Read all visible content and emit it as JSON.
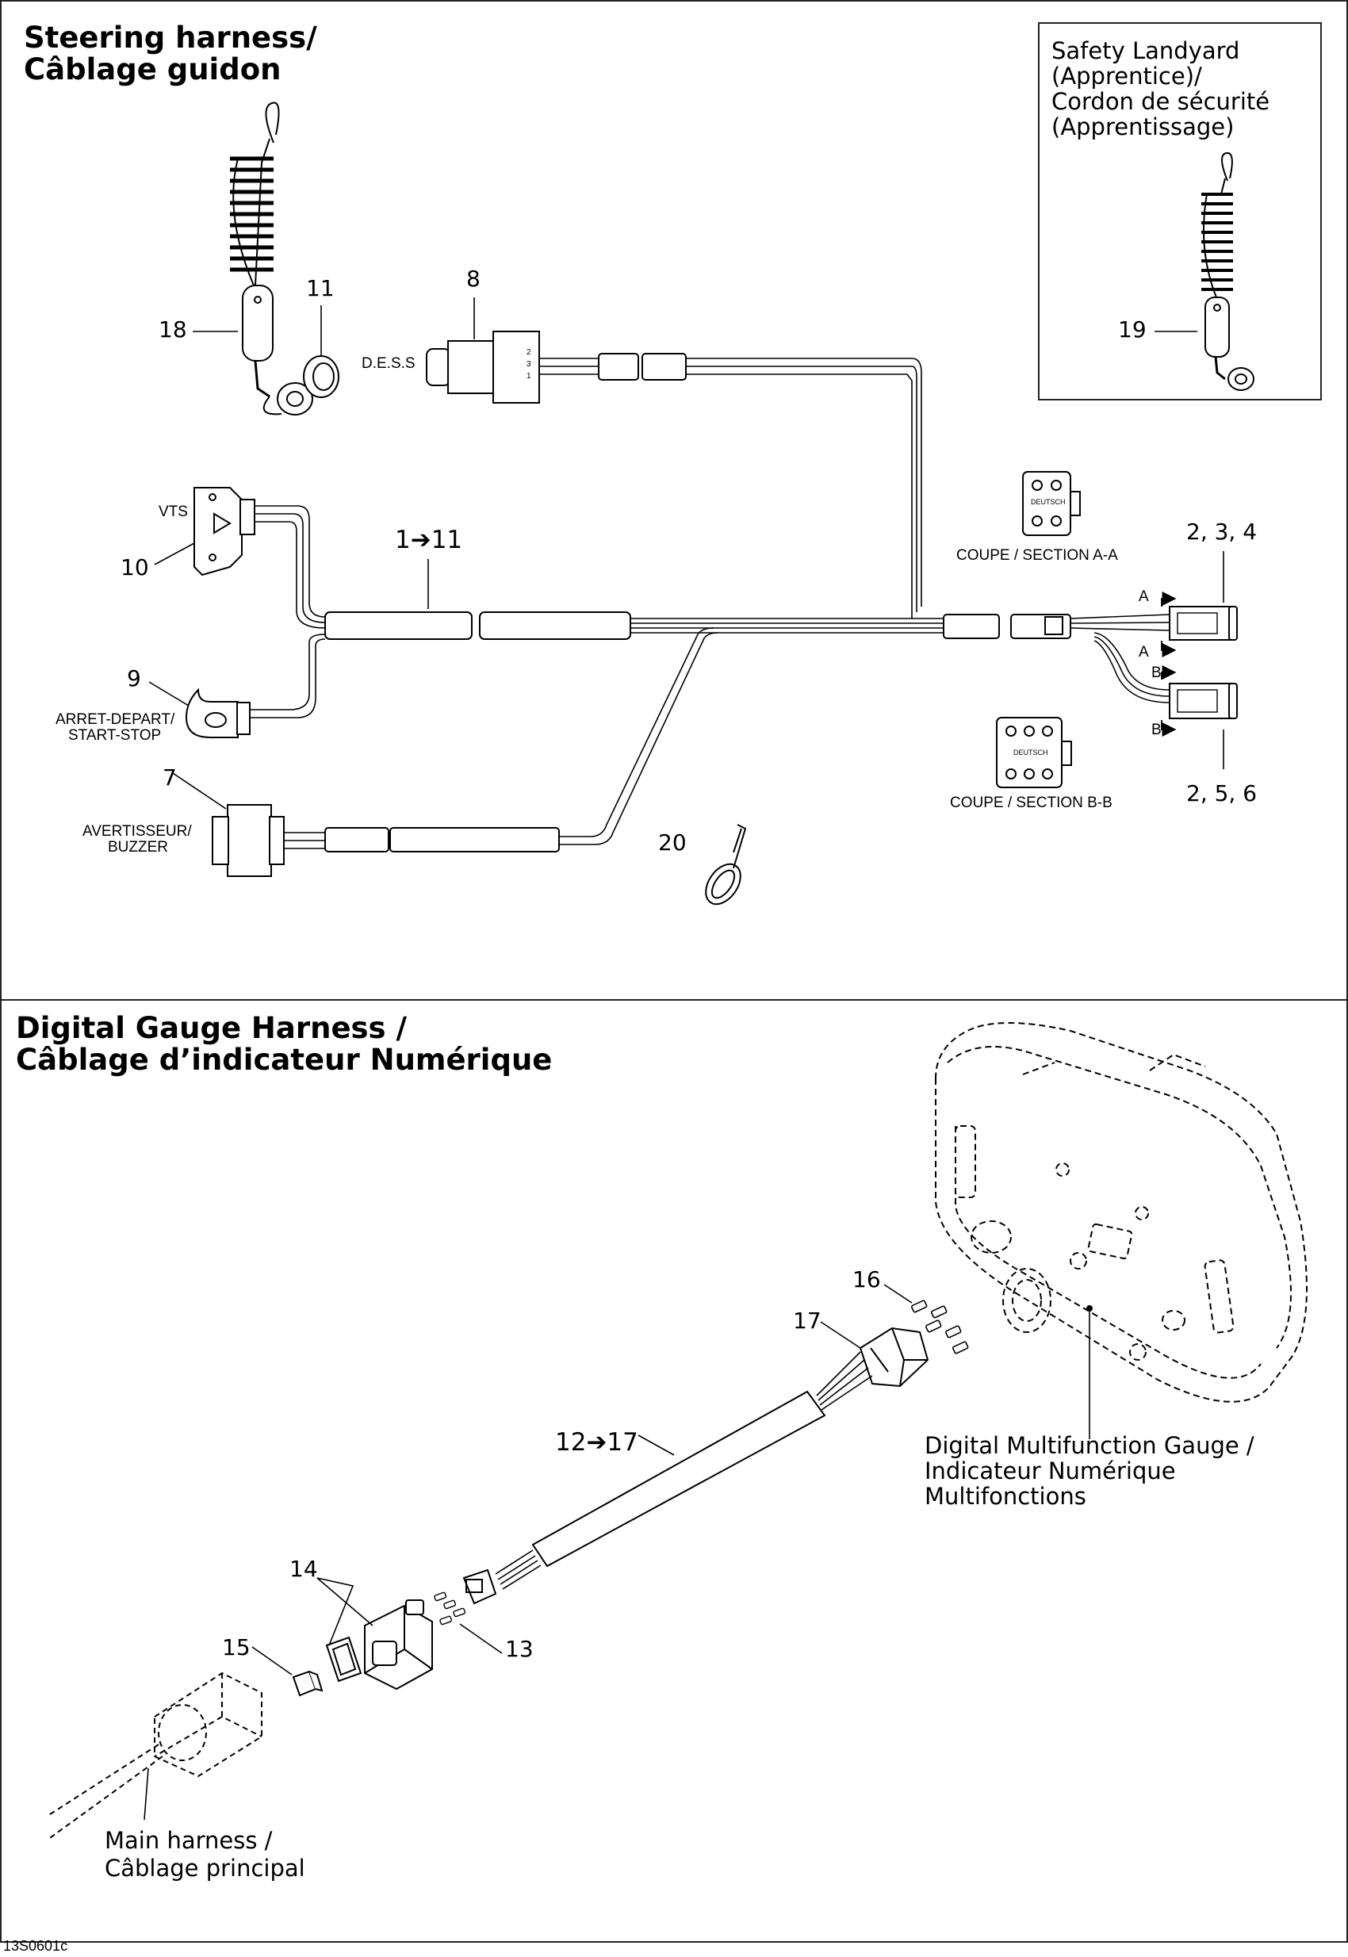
{
  "steering": {
    "title_en": "Steering harness/",
    "title_fr": "Câblage guidon",
    "inset": [
      "Safety Landyard",
      "(Apprentice)/",
      "Cordon de sécurité",
      "(Apprentissage)"
    ],
    "labels": {
      "dess": "D.E.S.S",
      "vts": "VTS",
      "arret": "ARRET-DEPART/",
      "start": "START-STOP",
      "avert": "AVERTISSEUR/",
      "buzzer": "BUZZER",
      "section_aa": "COUPE / SECTION A-A",
      "section_bb": "COUPE / SECTION B-B",
      "deutsch": "DEUTSCH",
      "letter_a": "A",
      "letter_b": "B"
    },
    "callouts": {
      "c18": "18",
      "c11": "11",
      "c8": "8",
      "c19": "19",
      "c10": "10",
      "c1_11": "1➔11",
      "c234": "2, 3, 4",
      "c9": "9",
      "c7": "7",
      "c20": "20",
      "c256": "2, 5, 6"
    }
  },
  "gauge": {
    "title_en": "Digital Gauge Harness /",
    "title_fr": "Câblage d’indicateur Numérique",
    "callouts": {
      "c16": "16",
      "c17": "17",
      "c12_17": "12➔17",
      "c14": "14",
      "c15": "15",
      "c13": "13"
    },
    "gauge_label": [
      "Digital Multifunction Gauge /",
      "Indicateur Numérique",
      "Multifonctions"
    ],
    "main_harness": [
      "Main harness /",
      "Câblage principal"
    ]
  },
  "footer": {
    "code": "13S0601c"
  }
}
